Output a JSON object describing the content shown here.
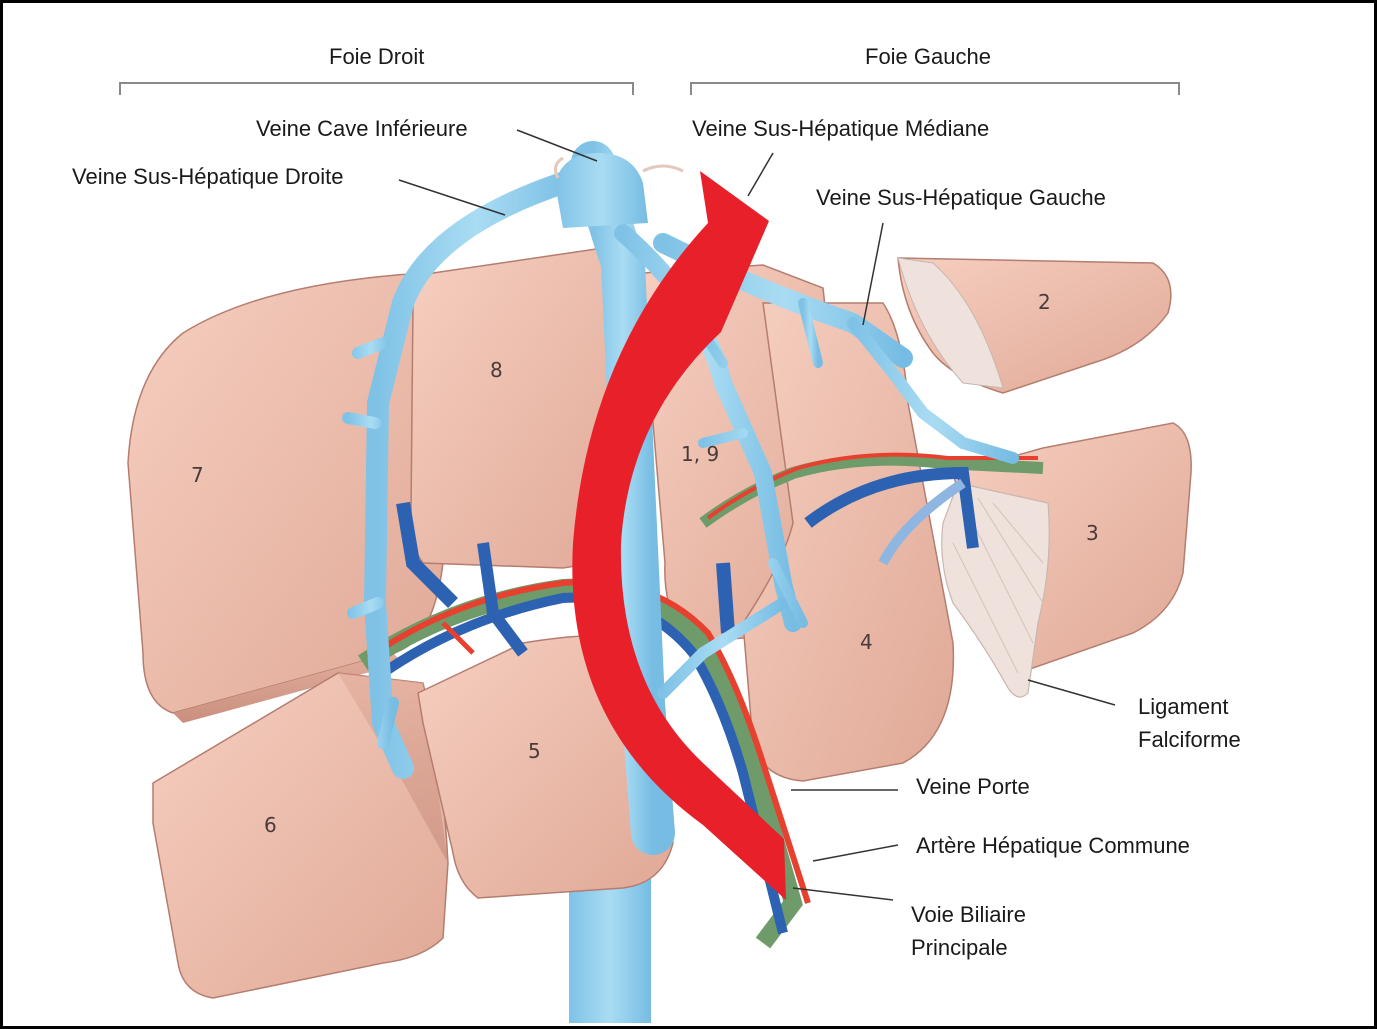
{
  "headers": {
    "right_liver": "Foie Droit",
    "left_liver": "Foie Gauche"
  },
  "labels": {
    "ivc": "Veine Cave Inférieure",
    "right_hepatic_vein": "Veine Sus-Hépatique Droite",
    "middle_hepatic_vein": "Veine Sus-Hépatique Médiane",
    "left_hepatic_vein": "Veine Sus-Hépatique Gauche",
    "falciform_line1": "Ligament",
    "falciform_line2": "Falciforme",
    "portal_vein": "Veine Porte",
    "common_hepatic_artery": "Artère Hépatique Commune",
    "bile_duct_line1": "Voie Biliaire",
    "bile_duct_line2": "Principale"
  },
  "segments": {
    "s2": "2",
    "s3": "3",
    "s4": "4",
    "s5": "5",
    "s6": "6",
    "s7": "7",
    "s8": "8",
    "s1_9": "1, 9"
  },
  "colors": {
    "liver": "#e9b7a6",
    "liver_shadow": "#c98f7f",
    "hepatic_vein": "#8fcdeb",
    "portal_vein": "#2d62b3",
    "artery": "#e8402f",
    "bile_duct": "#6f9a6a",
    "arrow": "#e8202a"
  }
}
